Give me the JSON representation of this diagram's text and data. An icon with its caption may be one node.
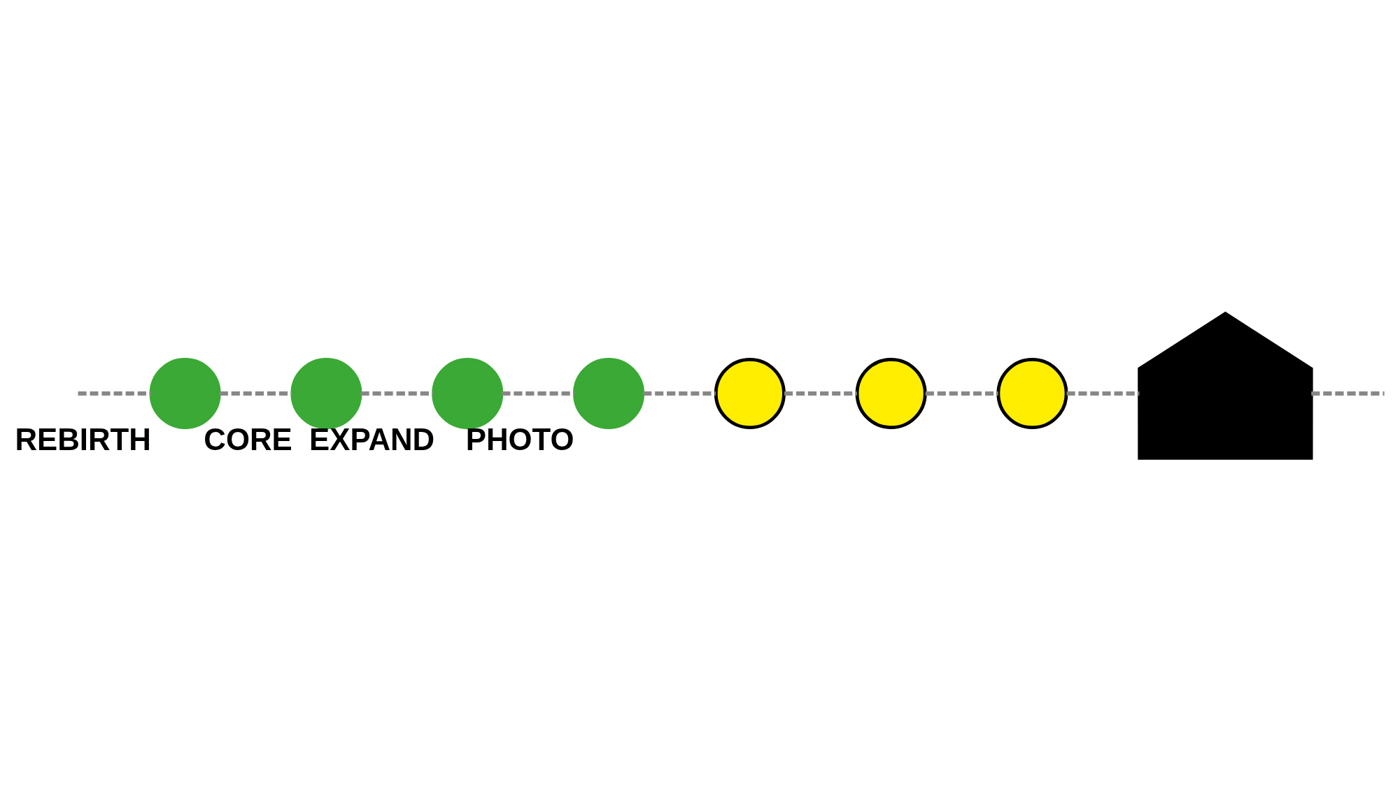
{
  "diagram": {
    "nodes": [
      {
        "text": [],
        "shape": "circle",
        "beside": [
          "REBIRTH"
        ]
      },
      {
        "text": [],
        "shape": "circle",
        "beside": [
          "CORE"
        ]
      },
      {
        "text": [],
        "shape": "circle",
        "beside": [
          "EXPAND"
        ]
      },
      {
        "text": [],
        "shape": "circle",
        "beside": [
          "PHOTO"
        ]
      },
      {
        "text": [],
        "shape": "circle"
      },
      {
        "text": [],
        "shape": "circle"
      },
      {
        "text": [],
        "shape": "circle"
      },
      {
        "text": [],
        "shape": "picture"
      }
    ],
    "edges": [
      {
        "from": null,
        "to": 0,
        "arrow": "none",
        "style": "dashed"
      },
      {
        "from": 0,
        "to": 1,
        "arrow": "none",
        "style": "dashed"
      },
      {
        "from": 1,
        "to": 2,
        "arrow": "none",
        "style": "dashed"
      },
      {
        "from": 2,
        "to": 3,
        "arrow": "none",
        "style": "dashed"
      },
      {
        "from": 3,
        "to": 4,
        "arrow": "none",
        "style": "dashed"
      },
      {
        "from": 4,
        "to": 5,
        "arrow": "none",
        "style": "dashed"
      },
      {
        "from": 5,
        "to": 6,
        "arrow": "none",
        "style": "dashed"
      },
      {
        "from": 6,
        "to": 7,
        "arrow": "none",
        "style": "dashed"
      },
      {
        "from": 7,
        "to": null,
        "arrow": "none",
        "style": "dashed"
      }
    ]
  }
}
